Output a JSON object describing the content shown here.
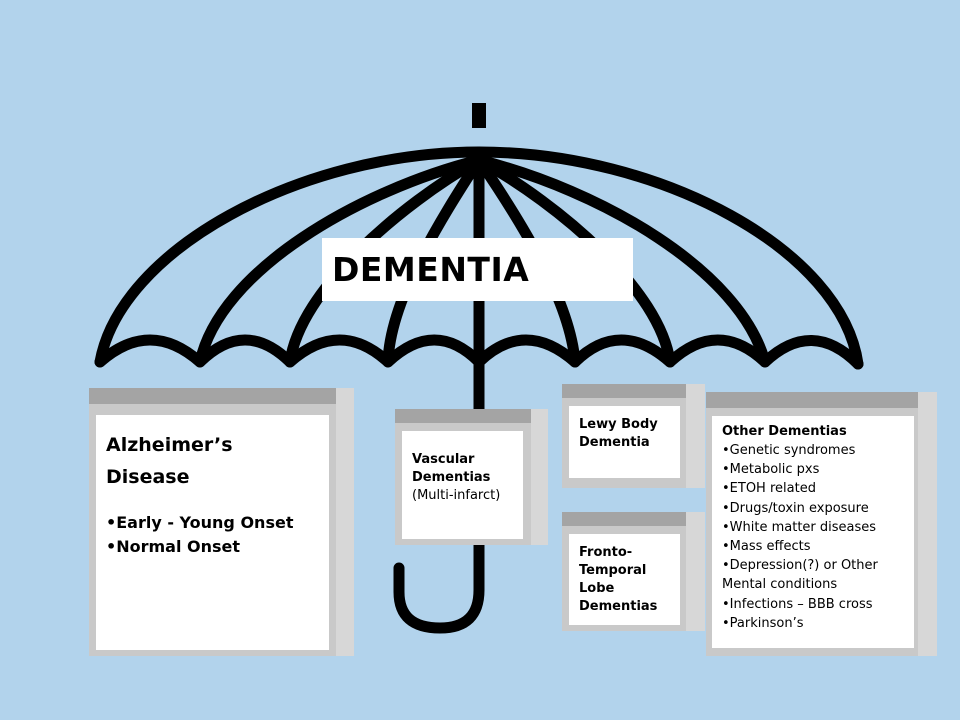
{
  "title": "DEMENTIA",
  "boxes": {
    "alzheimers": {
      "title": "Alzheimer’s Disease",
      "items": [
        "•Early - Young Onset",
        "•Normal Onset"
      ]
    },
    "vascular": {
      "title": "Vascular Dementias",
      "note": "(Multi-infarct)"
    },
    "lewy": {
      "title": "Lewy Body Dementia"
    },
    "fronto": {
      "title": "Fronto-Temporal Lobe Dementias"
    },
    "other": {
      "title": "Other Dementias",
      "items": [
        "•Genetic syndromes",
        "•Metabolic pxs",
        "•ETOH related",
        "•Drugs/toxin exposure",
        "•White matter diseases",
        "•Mass effects",
        "•Depression(?) or Other Mental conditions",
        "•Infections – BBB cross",
        "•Parkinson’s"
      ]
    }
  }
}
